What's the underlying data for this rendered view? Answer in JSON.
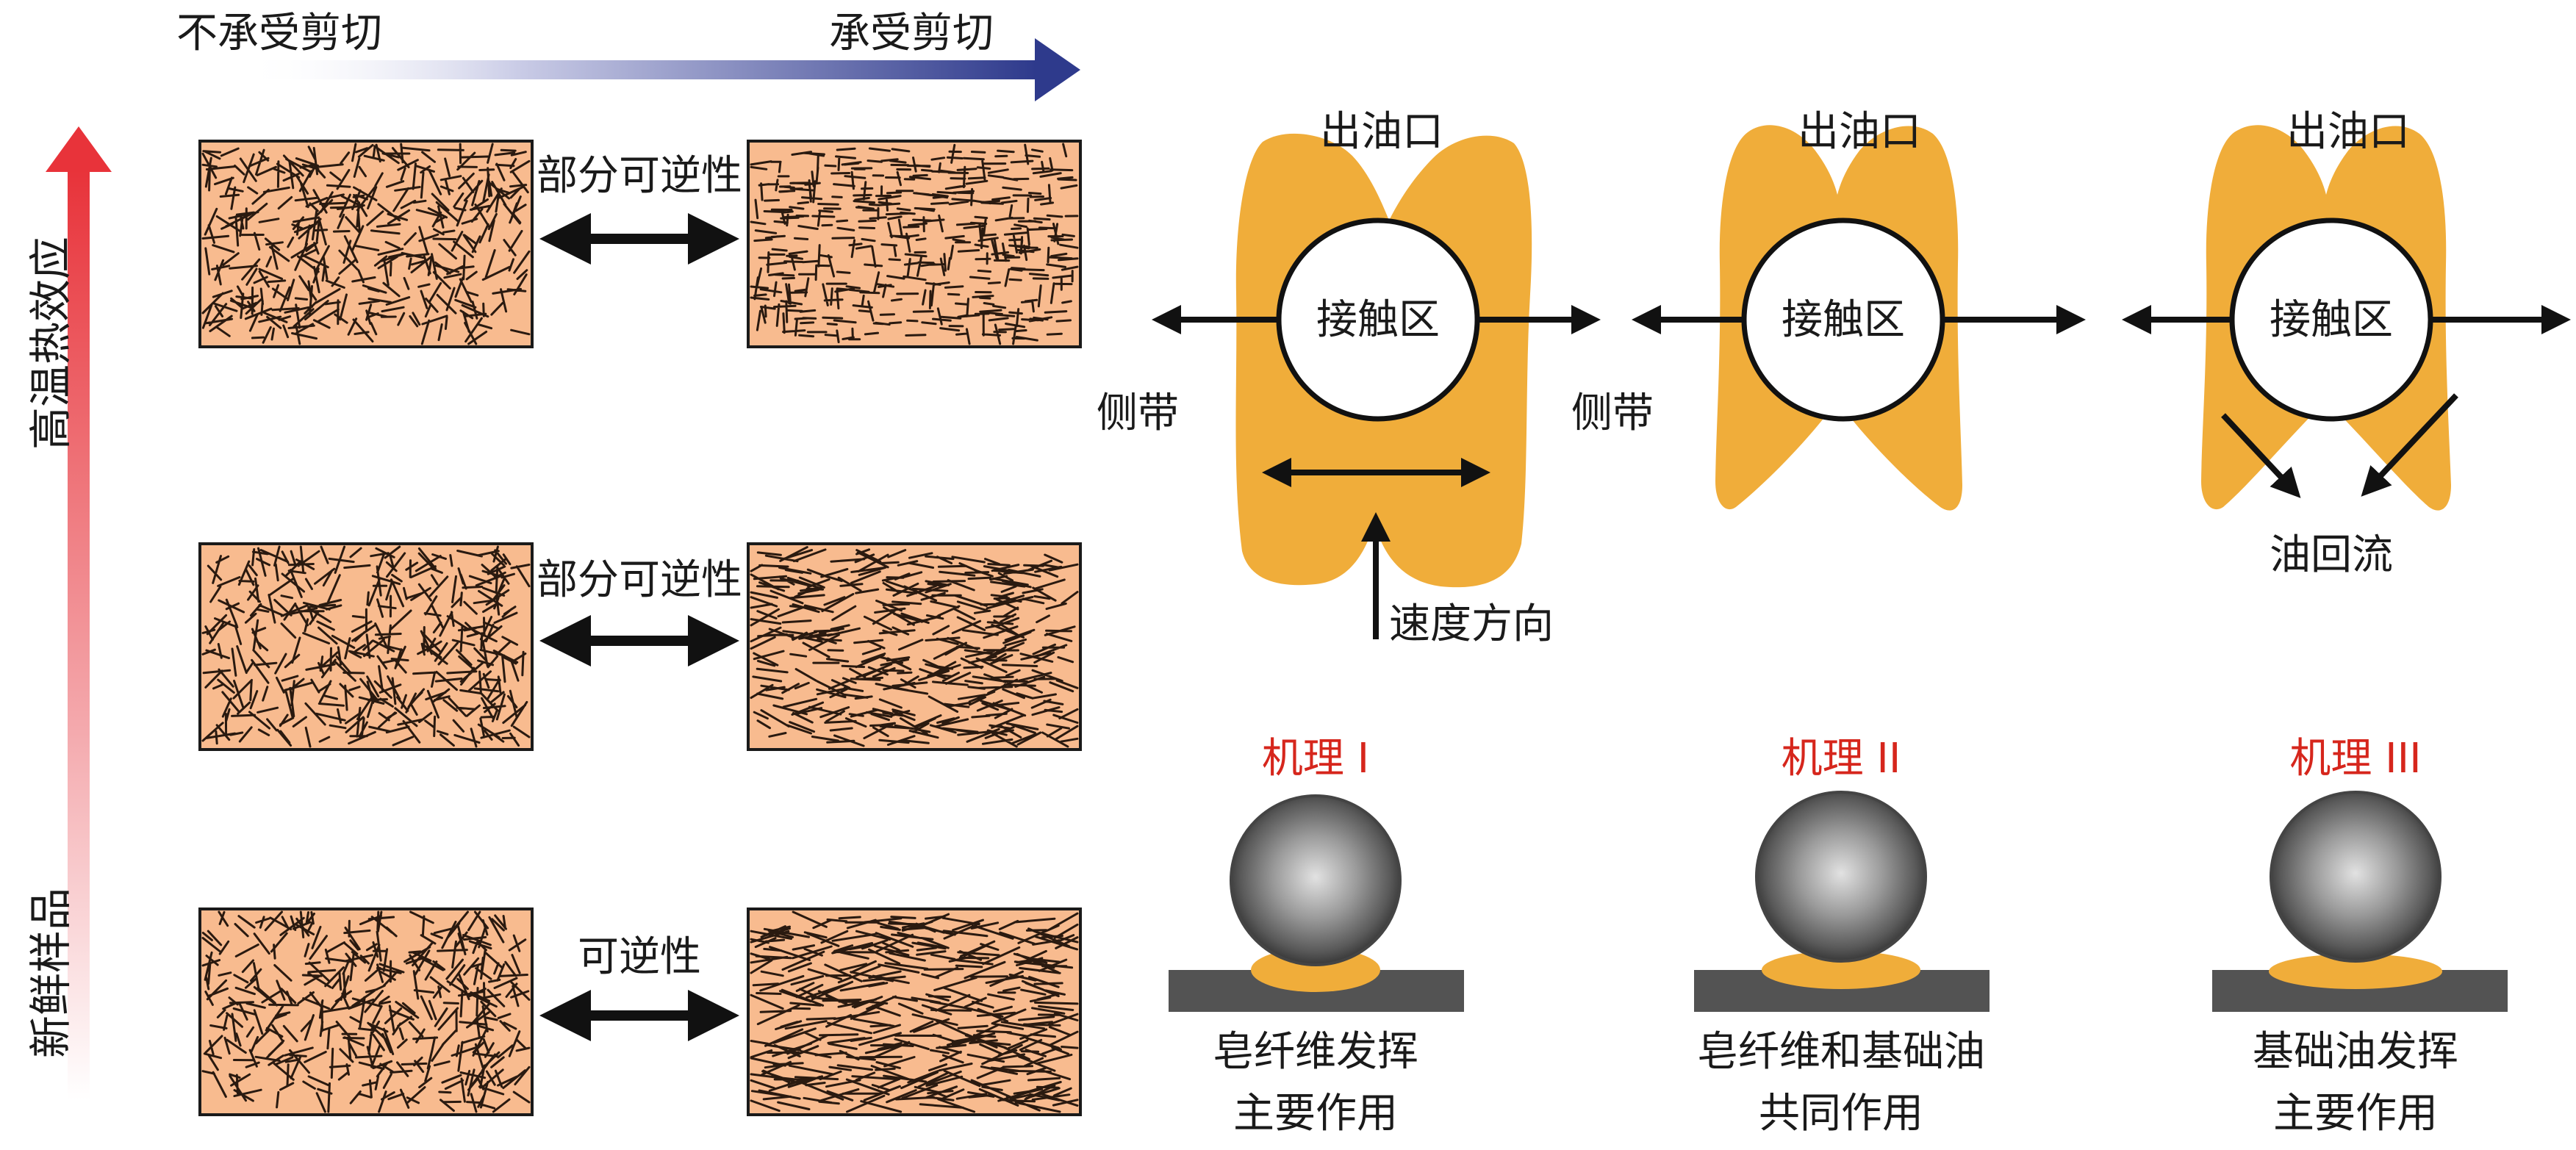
{
  "shear_axis": {
    "left_label": "不承受剪切",
    "right_label": "承受剪切"
  },
  "thermal_axis": {
    "top_label": "高温热效应",
    "bottom_label": "新鲜样品"
  },
  "rows": [
    {
      "relation": "部分可逆性"
    },
    {
      "relation": "部分可逆性"
    },
    {
      "relation": "可逆性"
    }
  ],
  "contacts": [
    {
      "outlet": "出油口",
      "zone": "接触区",
      "side_band": "侧带"
    },
    {
      "outlet": "出油口",
      "zone": "接触区",
      "side_band": "侧带"
    },
    {
      "outlet": "出油口",
      "zone": "接触区"
    }
  ],
  "velocity_label": "速度方向",
  "oil_return_label": "油回流",
  "mechanisms": [
    {
      "title": "机理 I",
      "line1": "皂纤维发挥",
      "line2": "主要作用"
    },
    {
      "title": "机理 II",
      "line1": "皂纤维和基础油",
      "line2": "共同作用"
    },
    {
      "title": "机理 III",
      "line1": "基础油发挥",
      "line2": "主要作用"
    }
  ],
  "colors": {
    "fiber_box_fill": "#f8bb8f",
    "grease_fill": "#f0ad3a",
    "mechanism_title": "#d6261c",
    "shear_arrow": "#2e3a8c",
    "thermal_arrow": "#e8333a",
    "substrate": "#535353"
  },
  "icons": [
    "double-arrow",
    "gradient-arrow-right",
    "gradient-arrow-up",
    "steel-ball",
    "contact-circle"
  ]
}
